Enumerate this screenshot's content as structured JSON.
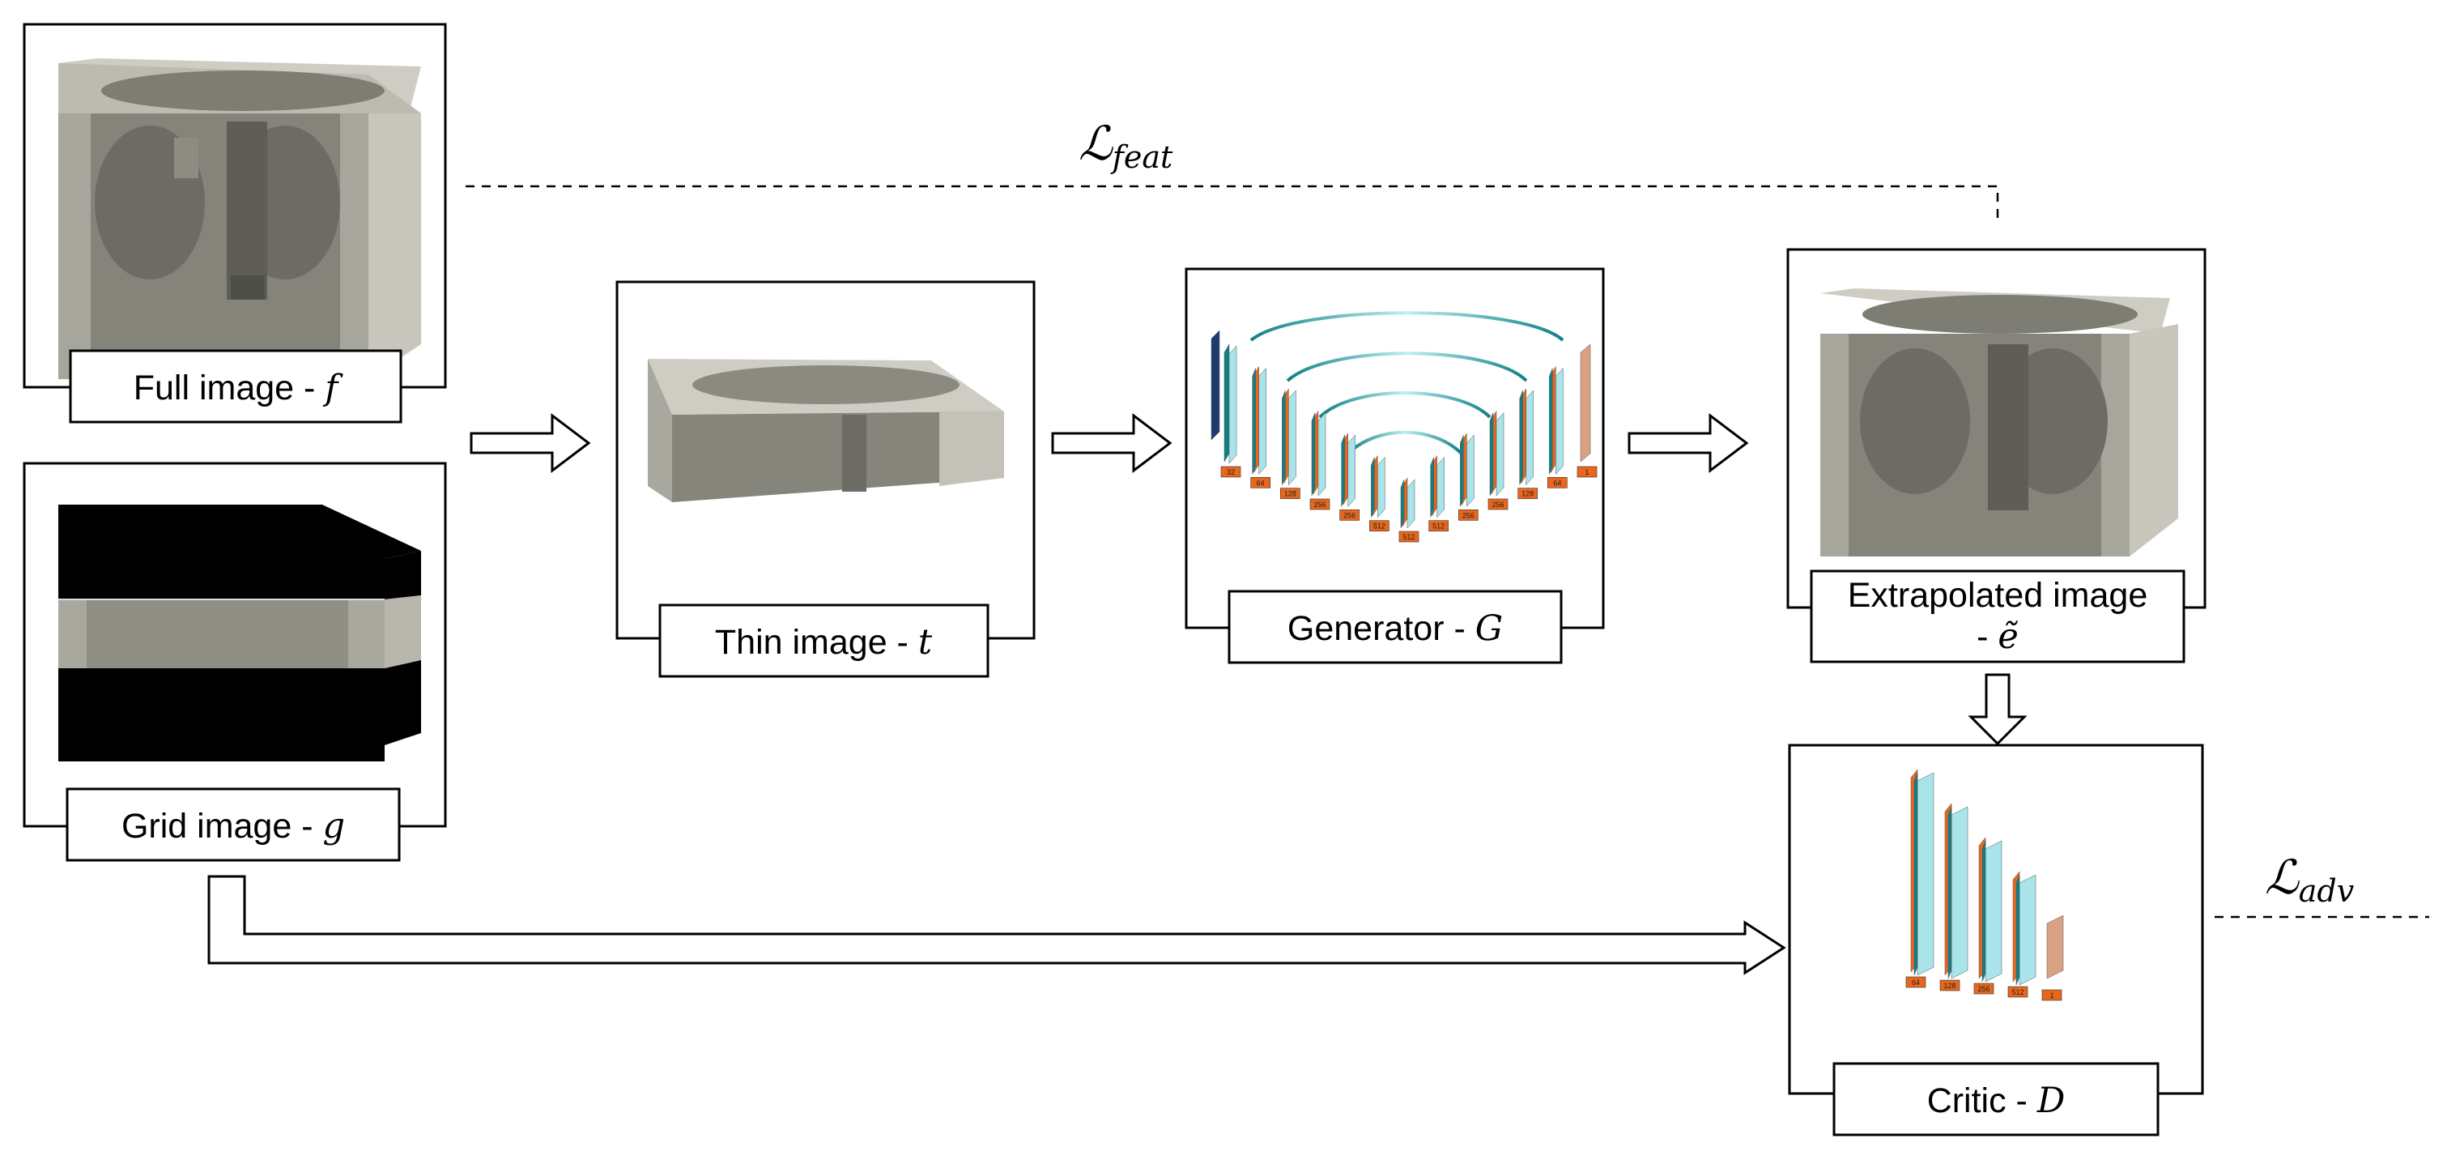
{
  "blocks": {
    "full": {
      "label": "Full image - ",
      "symbol": "f"
    },
    "grid": {
      "label": "Grid image - ",
      "symbol": "g"
    },
    "thin": {
      "label": "Thin image - ",
      "symbol": "t"
    },
    "generator": {
      "label": "Generator - ",
      "symbol": "G",
      "channels": [
        "32",
        "64",
        "128",
        "256",
        "256",
        "512",
        "512",
        "512",
        "256",
        "256",
        "128",
        "64",
        "1"
      ]
    },
    "extrapolated": {
      "label_line1": "Extrapolated image",
      "label_line2": "- ",
      "symbol": "ẽ"
    },
    "critic": {
      "label": "Critic - ",
      "symbol": "D",
      "channels": [
        "64",
        "128",
        "256",
        "512",
        "1"
      ]
    }
  },
  "losses": {
    "feat": {
      "symbol": "ℒ",
      "subscript": "feat"
    },
    "adv": {
      "symbol": "ℒ",
      "subscript": "adv"
    }
  },
  "colors": {
    "ct_gray": "#77776f",
    "ct_light": "#cfcdc3",
    "orange": "#e8671c",
    "cyan": "#a8e4ea",
    "teal": "#0f7f86",
    "navy": "#1c3b6e",
    "final": "#d9a183"
  }
}
